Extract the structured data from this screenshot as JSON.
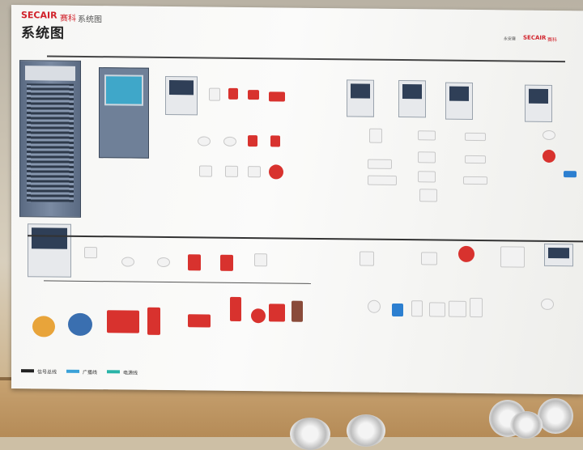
{
  "board": {
    "brand_left": "SECAIR",
    "brand_left_cn": "赛科",
    "brand_left_sub": "系统图",
    "title": "系统图",
    "brand_right_prefix": "永安赛",
    "brand_right": "SECAIR",
    "brand_right_cn": "赛科"
  },
  "legend": [
    {
      "label": "信号总线",
      "color": "#222222"
    },
    {
      "label": "广播线",
      "color": "#3aa1d8"
    },
    {
      "label": "电源线",
      "color": "#2ab4a8"
    }
  ],
  "colors": {
    "accent_red": "#d1222b",
    "cabinet": "#5a6a82",
    "screen": "#3fa7c9"
  }
}
